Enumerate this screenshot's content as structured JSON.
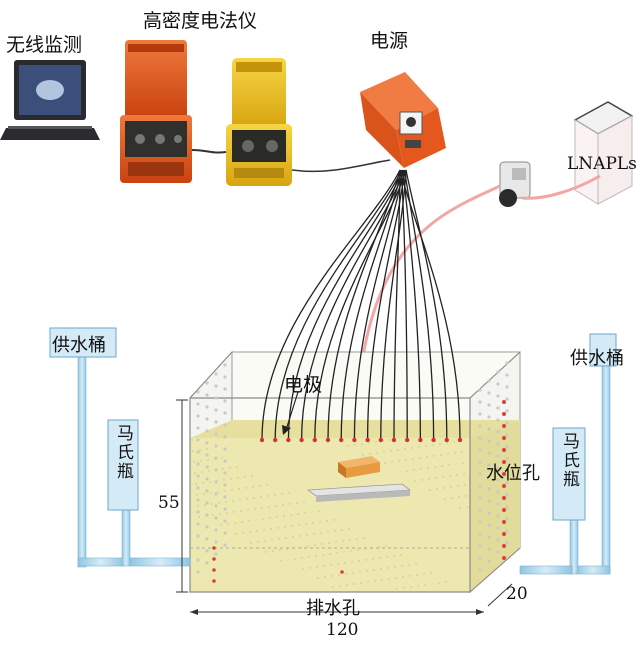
{
  "labels": {
    "wireless": "无线监测",
    "resistivity": "高密度电法仪",
    "power": "电源",
    "lnapl": "LNAPLs",
    "electrode": "电极",
    "supply_left": "供水桶",
    "supply_right": "供水桶",
    "mariotte_left": "马氏瓶",
    "mariotte_right": "马氏瓶",
    "water_level_hole": "水位孔",
    "drain_hole": "排水孔",
    "dim_height": "55",
    "dim_depth": "20",
    "dim_length": "120"
  },
  "colors": {
    "sand": "#ede8b0",
    "case_orange": "#e4581d",
    "case_yellow": "#f2c21b",
    "pipe_blue": "#a9d4ea",
    "cable": "#222222",
    "tube_pink": "#f2a6a6",
    "lnapl_block": "#e79a3f"
  }
}
